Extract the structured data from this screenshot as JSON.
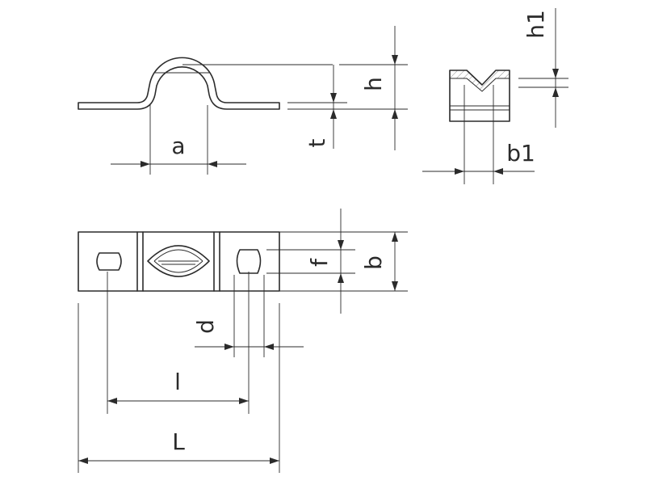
{
  "dimension_labels": {
    "a": "a",
    "t": "t",
    "h": "h",
    "h1": "h1",
    "b1": "b1",
    "f": "f",
    "b": "b",
    "d": "d",
    "l": "l",
    "L": "L"
  }
}
